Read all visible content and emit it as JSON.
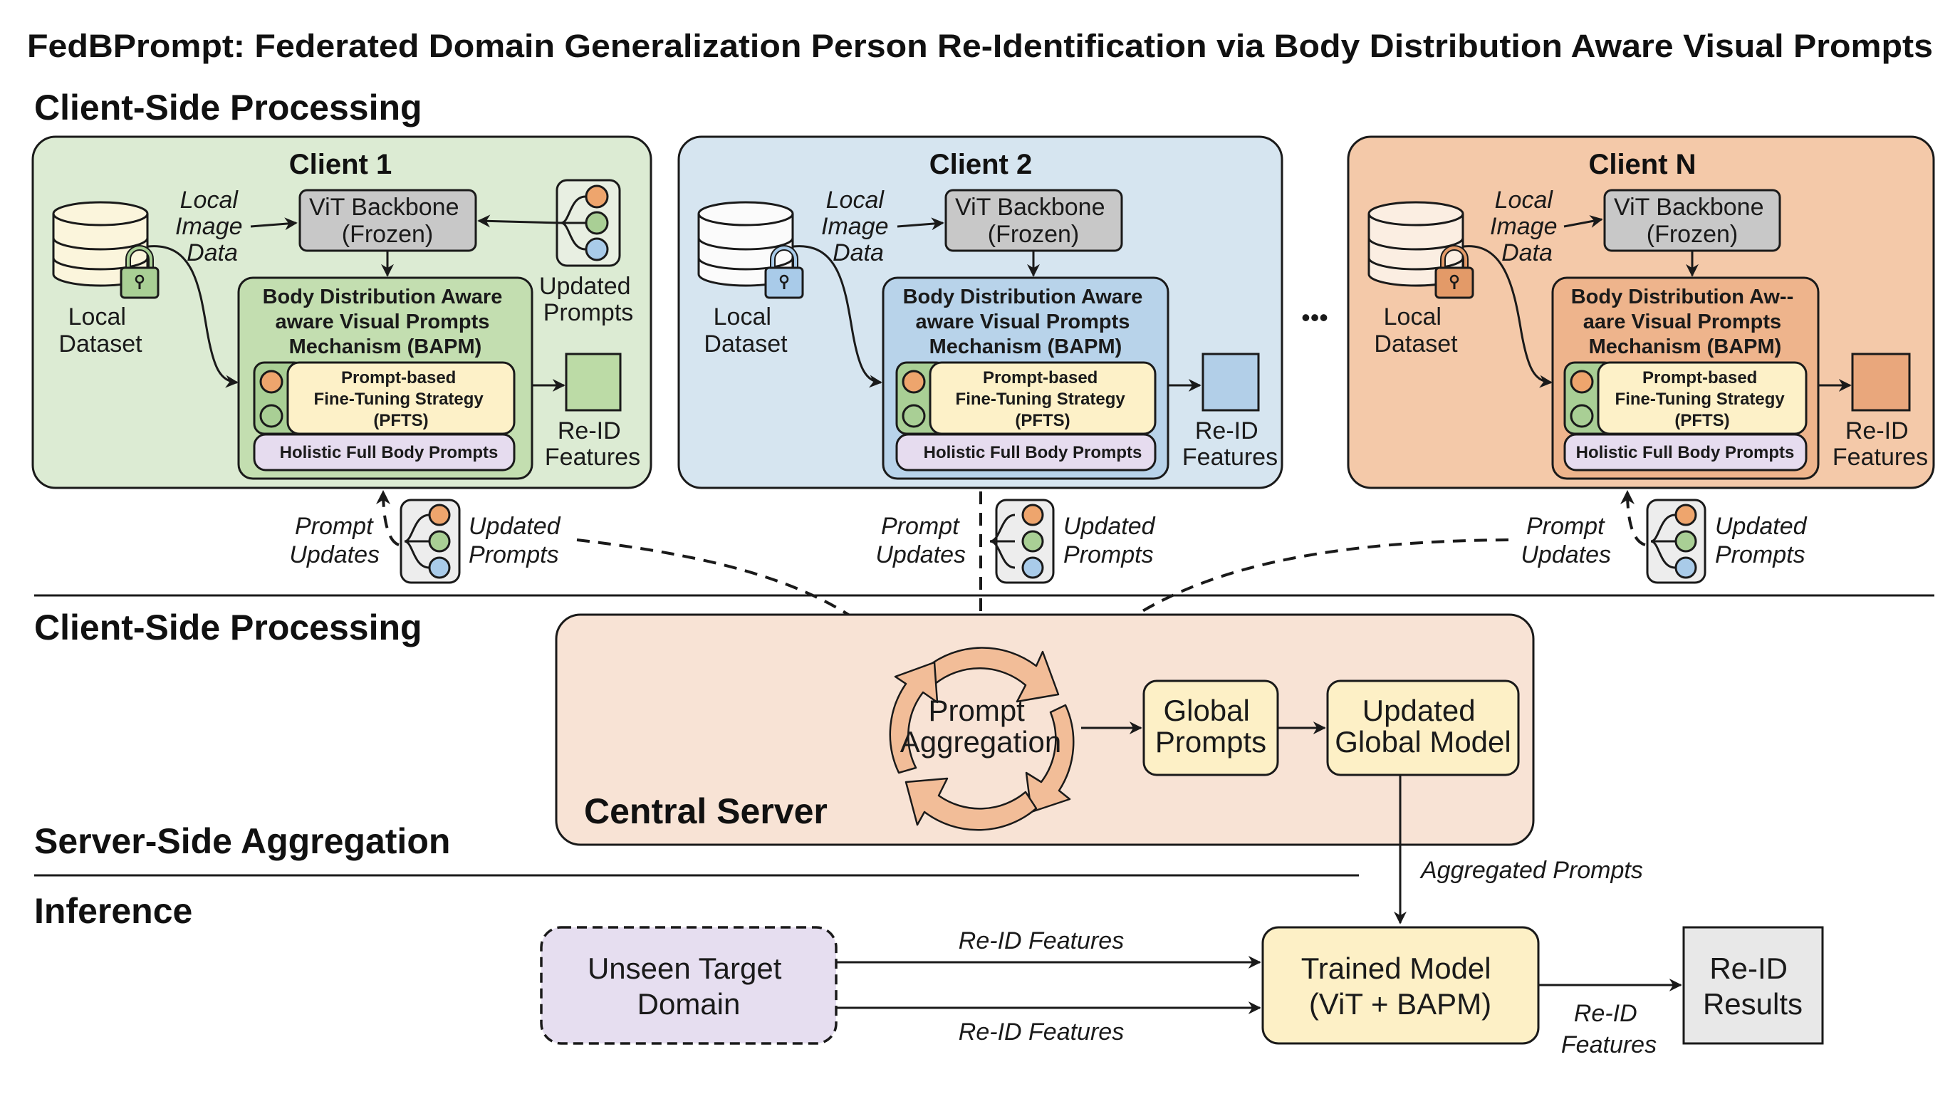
{
  "title": "FedBPrompt: Federated Domain Generalization Person Re-Identification via Body Distribution Aware Visual Prompts",
  "sections": {
    "client_side_top": "Client-Side Processing",
    "client_side_mid": "Client-Side Processing",
    "server_side": "Server-Side Aggregation",
    "inference": "Inference"
  },
  "colors": {
    "client1_bg": "#dcebd3",
    "client2_bg": "#d6e5f0",
    "clientN_bg": "#f4c9a9",
    "server_bg": "#f8e3d5",
    "vit_gray": "#c8c8c8",
    "bapm1": "#c3deb0",
    "bapm2": "#b8d3ea",
    "bapmN": "#eeb48c",
    "pfts_yellow": "#fdf1c8",
    "holistic_purple": "#e6dcef",
    "db_cream": "#fbf5dc",
    "orange": "#eea56d",
    "green": "#a9cf95",
    "blue": "#a9cbe9",
    "aggregation_arrow": "#f2bd98",
    "global_box": "#fdf0c6",
    "unseen_purple": "#e6def0",
    "results_gray": "#e8e8e8"
  },
  "clients": [
    {
      "name": "Client 1",
      "local_image_data": [
        "Local",
        "Image",
        "Data"
      ],
      "vit": [
        "ViT Backbone",
        "(Frozen)"
      ],
      "dataset": [
        "Local",
        "Dataset"
      ],
      "bapm": [
        "Body Distribution Aware",
        "aware Visual Prompts",
        "Mechanism (BAPM)"
      ],
      "pfts": [
        "Prompt-based",
        "Fine-Tuning Strategy",
        "(PFTS)"
      ],
      "holistic": "Holistic Full Body Prompts",
      "reid": [
        "Re-ID",
        "Features"
      ],
      "updated_prompts": [
        "Updated",
        "Prompts"
      ]
    },
    {
      "name": "Client 2",
      "local_image_data": [
        "Local",
        "Image",
        "Data"
      ],
      "vit": [
        "ViT Backbone",
        "(Frozen)"
      ],
      "dataset": [
        "Local",
        "Dataset"
      ],
      "bapm": [
        "Body Distribution Aware",
        "aware Visual Prompts",
        "Mechanism (BAPM)"
      ],
      "pfts": [
        "Prompt-based",
        "Fine-Tuning Strategy",
        "(PFTS)"
      ],
      "holistic": "Holistic Full Body Prompts",
      "reid": [
        "Re-ID",
        "Features"
      ]
    },
    {
      "name": "Client N",
      "local_image_data": [
        "Local",
        "Image",
        "Data"
      ],
      "vit": [
        "ViT Backbone",
        "(Frozen)"
      ],
      "dataset": [
        "Local",
        "Dataset"
      ],
      "bapm": [
        "Body Distribution Aw--",
        "aare Visual Prompts",
        "Mechanism (BAPM)"
      ],
      "pfts": [
        "Prompt-based",
        "Fine-Tuning Strategy",
        "(PFTS)"
      ],
      "holistic": "Holistic Full Body Prompts",
      "reid": [
        "Re-ID",
        "Features"
      ]
    }
  ],
  "ellipsis": "•••",
  "exchange": {
    "prompt_updates": [
      "Prompt",
      "Updates"
    ],
    "updated_prompts": [
      "Updated",
      "Prompts"
    ]
  },
  "server": {
    "label": "Central Server",
    "aggregation": [
      "Prompt",
      "Aggregation"
    ],
    "global_prompts": [
      "Global",
      "Prompts"
    ],
    "updated_global_model": [
      "Updated",
      "Global Model"
    ],
    "aggregated_prompts": "Aggregated Prompts"
  },
  "inference": {
    "unseen": [
      "Unseen Target",
      "Domain"
    ],
    "feature_top": "Re-ID Features",
    "feature_bottom": "Re-ID Features",
    "trained_model": [
      "Trained Model",
      "(ViT + BAPM)"
    ],
    "output_label": [
      "Re-ID",
      "Features"
    ],
    "results": [
      "Re-ID",
      "Results"
    ]
  }
}
